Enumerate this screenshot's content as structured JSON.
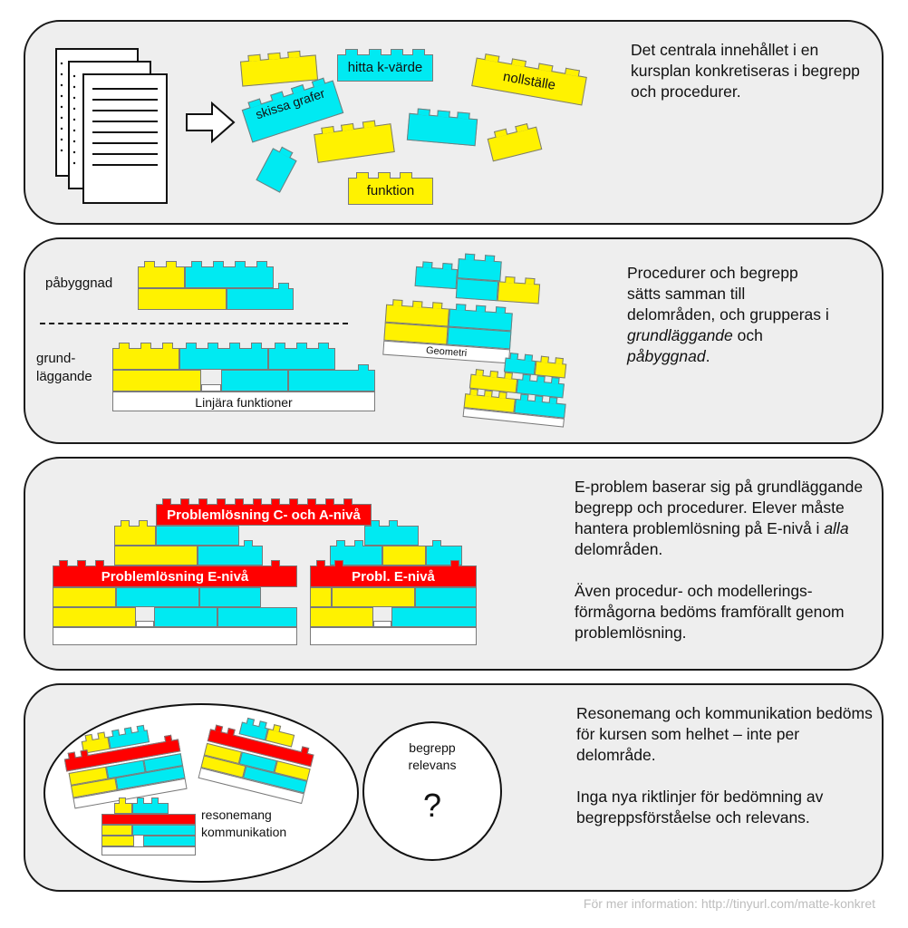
{
  "panel1": {
    "text": "Det centrala innehållet i en kursplan konkretiseras i begrepp och procedurer.",
    "bricks": [
      "hitta k-värde",
      "nollställe",
      "skissa grafer",
      "funktion"
    ]
  },
  "panel2": {
    "label_upper": "påbyggnad",
    "label_lower_1": "grund-",
    "label_lower_2": "läggande",
    "base_label": "Linjära funktioner",
    "geometry_label": "Geometri",
    "text_line1": "Procedurer och begrepp",
    "text_line2": "sätts samman till",
    "text_line3": "delområden, och grupperas i",
    "text_line4_em": "grundläggande",
    "text_line4_rest": " och",
    "text_line5_em": "påbyggnad",
    "text_line5_rest": "."
  },
  "panel3": {
    "top_bar": "Problemlösning C- och A-nivå",
    "left_bar": "Problemlösning E-nivå",
    "right_bar": "Probl. E-nivå",
    "para1_a": "E-problem baserar sig på grundläggande begrepp och procedurer. Elever måste hantera problemlösning på E-nivå i ",
    "para1_em": "alla",
    "para1_b": " delområden.",
    "para2": "Även procedur- och modellerings-förmågorna bedöms framförallt genom problemlösning."
  },
  "panel4": {
    "ellipse_label_1": "resonemang",
    "ellipse_label_2": "kommunikation",
    "circle_label_1": "begrepp",
    "circle_label_2": "relevans",
    "question": "?",
    "para1": "Resonemang och kommunikation bedöms för kursen som helhet – inte per delområde.",
    "para2": "Inga nya riktlinjer för bedömning av begreppsförståelse och relevans."
  },
  "footer": "För mer information: http://tinyurl.com/matte-konkret",
  "colors": {
    "yellow": "#fff200",
    "cyan": "#00eaf2",
    "red": "#ff0000",
    "panel": "#eeeeee"
  }
}
